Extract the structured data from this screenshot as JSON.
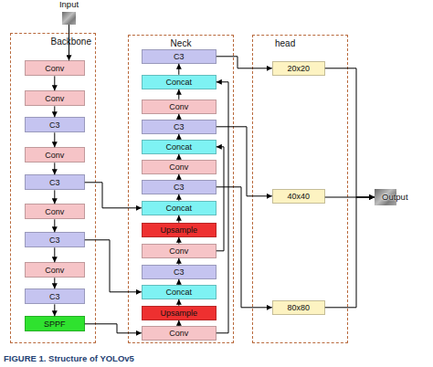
{
  "diagram": {
    "caption": "FIGURE 1. Structure of YOLOv5",
    "nodes": [
      {
        "text": [
          "Input"
        ]
      },
      {
        "text": [
          "Backbone"
        ]
      },
      {
        "text": [
          "Conv"
        ],
        "in": 1
      },
      {
        "text": [
          "Conv"
        ],
        "in": 1
      },
      {
        "text": [
          "C3"
        ],
        "in": 1
      },
      {
        "text": [
          "Conv"
        ],
        "in": 1
      },
      {
        "text": [
          "C3"
        ],
        "in": 1
      },
      {
        "text": [
          "Conv"
        ],
        "in": 1
      },
      {
        "text": [
          "C3"
        ],
        "in": 1
      },
      {
        "text": [
          "Conv"
        ],
        "in": 1
      },
      {
        "text": [
          "C3"
        ],
        "in": 1
      },
      {
        "text": [
          "SPPF"
        ],
        "in": 1
      },
      {
        "text": [
          "Neck"
        ]
      },
      {
        "text": [
          "C3"
        ],
        "in": 12
      },
      {
        "text": [
          "Concat"
        ],
        "in": 12
      },
      {
        "text": [
          "Conv"
        ],
        "in": 12
      },
      {
        "text": [
          "C3"
        ],
        "in": 12
      },
      {
        "text": [
          "Concat"
        ],
        "in": 12
      },
      {
        "text": [
          "Conv"
        ],
        "in": 12
      },
      {
        "text": [
          "C3"
        ],
        "in": 12
      },
      {
        "text": [
          "Concat"
        ],
        "in": 12
      },
      {
        "text": [
          "Upsample"
        ],
        "in": 12
      },
      {
        "text": [
          "Conv"
        ],
        "in": 12
      },
      {
        "text": [
          "C3"
        ],
        "in": 12
      },
      {
        "text": [
          "Concat"
        ],
        "in": 12
      },
      {
        "text": [
          "Upsample"
        ],
        "in": 12
      },
      {
        "text": [
          "Conv"
        ],
        "in": 12
      },
      {
        "text": [
          "head"
        ]
      },
      {
        "text": [
          "20x20"
        ],
        "in": 27
      },
      {
        "text": [
          "40x40"
        ],
        "in": 27
      },
      {
        "text": [
          "80x80"
        ],
        "in": 27
      },
      {
        "text": [
          "Output"
        ]
      }
    ],
    "edges": [
      {
        "from": 0,
        "to": 2,
        "arrow": "to"
      },
      {
        "from": 2,
        "to": 3,
        "arrow": "to"
      },
      {
        "from": 3,
        "to": 4,
        "arrow": "to"
      },
      {
        "from": 4,
        "to": 5,
        "arrow": "to"
      },
      {
        "from": 5,
        "to": 6,
        "arrow": "to"
      },
      {
        "from": 6,
        "to": 7,
        "arrow": "to"
      },
      {
        "from": 7,
        "to": 8,
        "arrow": "to"
      },
      {
        "from": 8,
        "to": 9,
        "arrow": "to"
      },
      {
        "from": 9,
        "to": 10,
        "arrow": "to"
      },
      {
        "from": 10,
        "to": 11,
        "arrow": "to"
      },
      {
        "from": 11,
        "to": 26,
        "arrow": "to"
      },
      {
        "from": 26,
        "to": 25,
        "arrow": "to"
      },
      {
        "from": 25,
        "to": 24,
        "arrow": "to"
      },
      {
        "from": 24,
        "to": 23,
        "arrow": "to"
      },
      {
        "from": 23,
        "to": 22,
        "arrow": "to"
      },
      {
        "from": 22,
        "to": 21,
        "arrow": "to"
      },
      {
        "from": 21,
        "to": 20,
        "arrow": "to"
      },
      {
        "from": 20,
        "to": 19,
        "arrow": "to"
      },
      {
        "from": 19,
        "to": 18,
        "arrow": "to"
      },
      {
        "from": 18,
        "to": 17,
        "arrow": "to"
      },
      {
        "from": 17,
        "to": 16,
        "arrow": "to"
      },
      {
        "from": 16,
        "to": 15,
        "arrow": "to"
      },
      {
        "from": 15,
        "to": 14,
        "arrow": "to"
      },
      {
        "from": 14,
        "to": 13,
        "arrow": "to"
      },
      {
        "from": 6,
        "to": 20,
        "arrow": "to"
      },
      {
        "from": 8,
        "to": 24,
        "arrow": "to"
      },
      {
        "from": 22,
        "to": 17,
        "arrow": "to"
      },
      {
        "from": 26,
        "to": 14,
        "arrow": "to"
      },
      {
        "from": 13,
        "to": 28,
        "arrow": "to"
      },
      {
        "from": 16,
        "to": 29,
        "arrow": "to"
      },
      {
        "from": 19,
        "to": 30,
        "arrow": "to"
      },
      {
        "from": 28,
        "to": 31,
        "arrow": "to"
      },
      {
        "from": 29,
        "to": 31,
        "arrow": "to"
      },
      {
        "from": 30,
        "to": 31,
        "arrow": "to"
      }
    ]
  }
}
